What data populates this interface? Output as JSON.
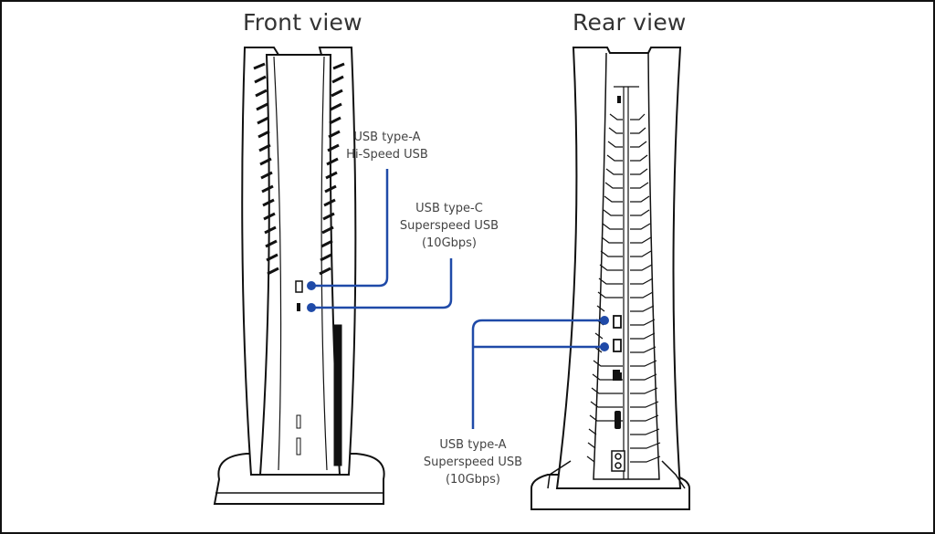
{
  "diagram": {
    "front": {
      "title": "Front view",
      "callouts": [
        {
          "label": "USB type-A\nHi-Speed USB",
          "port": "usb-a"
        },
        {
          "label": "USB type-C\nSuperspeed USB\n(10Gbps)",
          "port": "usb-c"
        }
      ]
    },
    "rear": {
      "title": "Rear view",
      "callouts": [
        {
          "label": "USB type-A\nSuperspeed USB\n(10Gbps)",
          "port": "usb-a-x2"
        }
      ]
    },
    "colors": {
      "callout": "#1f4aa8",
      "outline": "#111111",
      "text": "#444444"
    }
  }
}
